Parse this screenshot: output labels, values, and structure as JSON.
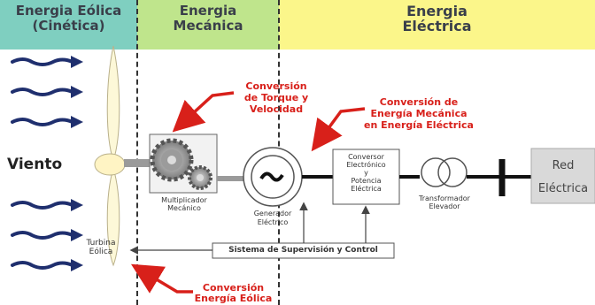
{
  "bands": {
    "eolica": "Energia Eólica\n(Cinética)",
    "mecanica": "Energia\nMecánica",
    "electrica": "Energia\nEléctrica"
  },
  "labels": {
    "viento": "Viento",
    "turbina": "Turbina\nEólica",
    "multiplicador": "Multiplicador\nMecánico",
    "generador": "Generador\nEléctrico",
    "conversor": "Conversor\nElectrónico\ny\nPotencia\nEléctrica",
    "transformador": "Transformador\nElevador",
    "red": "Red\nEléctrica",
    "sistema": "Sistema de Supervisión y Control"
  },
  "annotations": {
    "torque": "Conversión\nde Torque y\nVelocidad",
    "mec_elec": "Conversión de\nEnergía Mecánica\nen Energía Eléctrica",
    "eolica": "Conversión\nEnergía Eólica"
  },
  "colors": {
    "eolica_band": "#7fcfc0",
    "mecanica_band": "#bfe58c",
    "electrica_band": "#fbf68a",
    "wind_arrow": "#1f2f6e",
    "annotation": "#d8201a"
  }
}
